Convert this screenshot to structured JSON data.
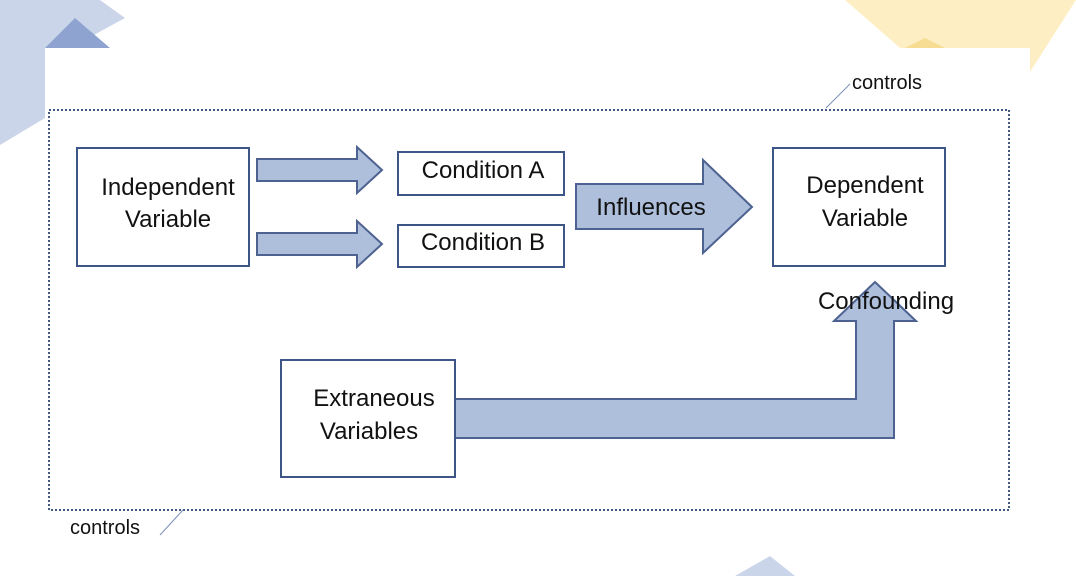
{
  "diagram": {
    "boundary_label_top": "controls",
    "boundary_label_bottom": "controls",
    "independent_variable": {
      "line1": "Independent",
      "line2": "Variable"
    },
    "condition_a": "Condition A",
    "condition_b": "Condition B",
    "influences": "Influences",
    "dependent_variable": {
      "line1": "Dependent",
      "line2": "Variable"
    },
    "confounding": "Confounding",
    "extraneous_variables": {
      "line1": "Extraneous",
      "line2": "Variables"
    }
  },
  "colors": {
    "arrow_fill": "#aebfdc",
    "arrow_stroke": "#4d6290",
    "box_stroke": "#3d5686",
    "boundary_stroke": "#44597f",
    "decor_blue": "#cbd5ea",
    "decor_blue_dark": "#8ea3d0",
    "decor_yellow": "#fdefc3"
  }
}
